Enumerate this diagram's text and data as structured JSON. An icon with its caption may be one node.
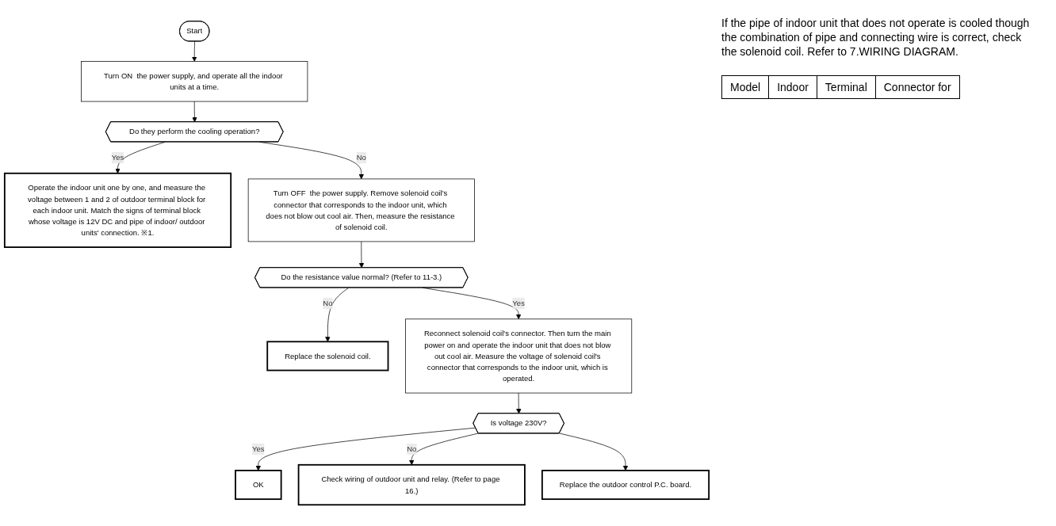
{
  "diagram": {
    "nodes": [
      {
        "text": [
          "Start"
        ]
      },
      {
        "text": [
          "Turn ON  the power supply, and operate all the indoor units at a time."
        ]
      },
      {
        "text": [
          "Do they perform the cooling operation?"
        ]
      },
      {
        "text": [
          "Operate the indoor unit one by one, and measure the voltage between 1 and 2 of outdoor terminal block for each indoor unit. Match the signs of terminal block whose voltage is 12V DC and pipe of indoor/ outdoor units' connection. ※1."
        ]
      },
      {
        "text": [
          "Turn OFF  the power supply. Remove solenoid coil's connector that corresponds to the indoor unit, which does not blow out cool air. Then, measure the resistance of solenoid coil."
        ]
      },
      {
        "text": [
          "Do the resistance value normal? (Refer to 11-3.)"
        ]
      },
      {
        "text": [
          "Replace the solenoid coil."
        ]
      },
      {
        "text": [
          "Reconnect solenoid coil's connector. Then turn the main power on and operate the indoor unit that does not blow out cool air. Measure the voltage of solenoid coil's connector that corresponds to the indoor unit, which is operated."
        ]
      },
      {
        "text": [
          "Is voltage 230V?"
        ]
      },
      {
        "text": [
          "OK"
        ]
      },
      {
        "text": [
          "Check wiring of outdoor unit and relay. (Refer to page 16.)"
        ]
      },
      {
        "text": [
          "Replace the outdoor control P.C. board."
        ]
      }
    ],
    "edges": [
      {
        "from": 0,
        "to": 1,
        "arrow": "to"
      },
      {
        "from": 1,
        "to": 2,
        "arrow": "to"
      },
      {
        "from": 2,
        "to": 3,
        "arrow": "to",
        "label": "Yes"
      },
      {
        "from": 2,
        "to": 4,
        "arrow": "to",
        "label": "No"
      },
      {
        "from": 4,
        "to": 5,
        "arrow": "to"
      },
      {
        "from": 5,
        "to": 6,
        "arrow": "to",
        "label": "No"
      },
      {
        "from": 5,
        "to": 7,
        "arrow": "to",
        "label": "Yes"
      },
      {
        "from": 7,
        "to": 8,
        "arrow": "to"
      },
      {
        "from": 8,
        "to": 9,
        "arrow": "to",
        "label": "Yes"
      },
      {
        "from": 8,
        "to": 10,
        "arrow": "to",
        "label": "No"
      },
      {
        "from": 8,
        "to": 11,
        "arrow": "to"
      }
    ],
    "labels": [
      "If the pipe of indoor unit that does not operate is cooled though the combination of pipe and connecting wire is correct, check the solenoid coil. Refer to 7.WIRING DIAGRAM.",
      "Model",
      "Indoor",
      "Terminal",
      "Connector for"
    ]
  }
}
